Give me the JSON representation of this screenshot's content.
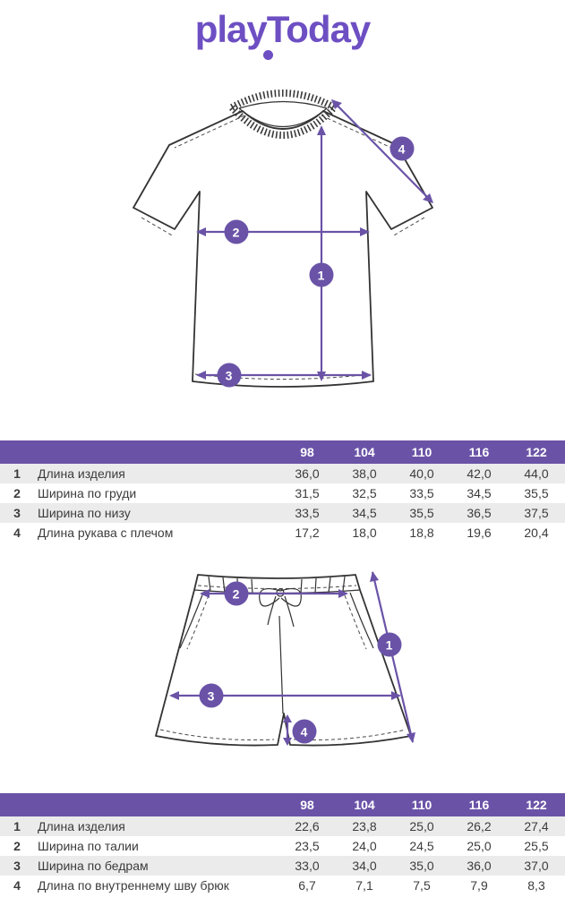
{
  "logo": {
    "text": "playToday"
  },
  "colors": {
    "logo": "#6D4FC3",
    "accent": "#6A53A7",
    "header_bg": "#6A53A7",
    "stripe": "#EBEBEB"
  },
  "diagrams": {
    "tshirt": {
      "markers": {
        "m1": "1",
        "m2": "2",
        "m3": "3",
        "m4": "4"
      }
    },
    "shorts": {
      "markers": {
        "m1": "1",
        "m2": "2",
        "m3": "3",
        "m4": "4"
      }
    }
  },
  "tshirt_table": {
    "sizes": [
      "98",
      "104",
      "110",
      "116",
      "122"
    ],
    "rows": [
      {
        "num": "1",
        "label": "Длина изделия",
        "values": [
          "36,0",
          "38,0",
          "40,0",
          "42,0",
          "44,0"
        ]
      },
      {
        "num": "2",
        "label": "Ширина по груди",
        "values": [
          "31,5",
          "32,5",
          "33,5",
          "34,5",
          "35,5"
        ]
      },
      {
        "num": "3",
        "label": "Ширина по низу",
        "values": [
          "33,5",
          "34,5",
          "35,5",
          "36,5",
          "37,5"
        ]
      },
      {
        "num": "4",
        "label": "Длина рукава с плечом",
        "values": [
          "17,2",
          "18,0",
          "18,8",
          "19,6",
          "20,4"
        ]
      }
    ]
  },
  "shorts_table": {
    "sizes": [
      "98",
      "104",
      "110",
      "116",
      "122"
    ],
    "rows": [
      {
        "num": "1",
        "label": "Длина изделия",
        "values": [
          "22,6",
          "23,8",
          "25,0",
          "26,2",
          "27,4"
        ]
      },
      {
        "num": "2",
        "label": "Ширина по талии",
        "values": [
          "23,5",
          "24,0",
          "24,5",
          "25,0",
          "25,5"
        ]
      },
      {
        "num": "3",
        "label": "Ширина по бедрам",
        "values": [
          "33,0",
          "34,0",
          "35,0",
          "36,0",
          "37,0"
        ]
      },
      {
        "num": "4",
        "label": "Длина по внутреннему шву брюк",
        "values": [
          "6,7",
          "7,1",
          "7,5",
          "7,9",
          "8,3"
        ]
      }
    ]
  }
}
